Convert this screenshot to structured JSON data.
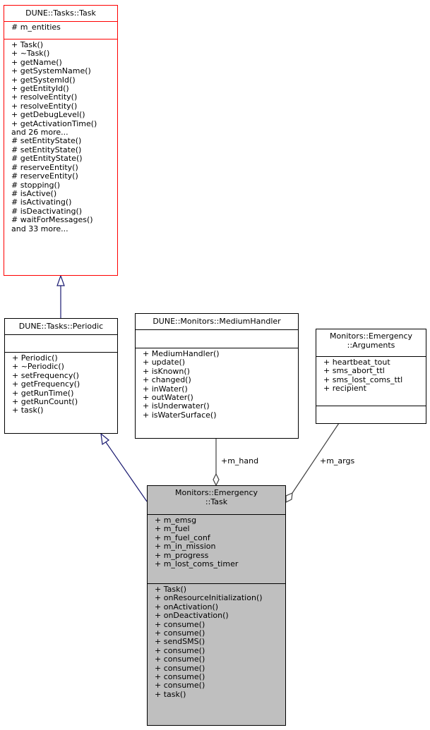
{
  "classes": {
    "task_base": {
      "name": "DUNE::Tasks::Task",
      "attributes": [
        "# m_entities"
      ],
      "operations": [
        "+ Task()",
        "+ ~Task()",
        "+ getName()",
        "+ getSystemName()",
        "+ getSystemId()",
        "+ getEntityId()",
        "+ resolveEntity()",
        "+ resolveEntity()",
        "+ getDebugLevel()",
        "+ getActivationTime()",
        "and 26 more...",
        "# setEntityState()",
        "# setEntityState()",
        "# getEntityState()",
        "# reserveEntity()",
        "# reserveEntity()",
        "# stopping()",
        "# isActive()",
        "# isActivating()",
        "# isDeactivating()",
        "# waitForMessages()",
        "and 33 more..."
      ]
    },
    "periodic": {
      "name": "DUNE::Tasks::Periodic",
      "attributes": [],
      "operations": [
        "+ Periodic()",
        "+ ~Periodic()",
        "+ setFrequency()",
        "+ getFrequency()",
        "+ getRunTime()",
        "+ getRunCount()",
        "+ task()"
      ]
    },
    "medium_handler": {
      "name": "DUNE::Monitors::MediumHandler",
      "attributes": [],
      "operations": [
        "+ MediumHandler()",
        "+ update()",
        "+ isKnown()",
        "+ changed()",
        "+ inWater()",
        "+ outWater()",
        "+ isUnderwater()",
        "+ isWaterSurface()"
      ]
    },
    "arguments": {
      "name_line1": "Monitors::Emergency",
      "name_line2": "::Arguments",
      "attributes": [
        "+ heartbeat_tout",
        "+ sms_abort_ttl",
        "+ sms_lost_coms_ttl",
        "+ recipient"
      ],
      "operations": []
    },
    "emergency_task": {
      "name_line1": "Monitors::Emergency",
      "name_line2": "::Task",
      "attributes": [
        "+ m_emsg",
        "+ m_fuel",
        "+ m_fuel_conf",
        "+ m_in_mission",
        "+ m_progress",
        "+ m_lost_coms_timer"
      ],
      "operations": [
        "+ Task()",
        "+ onResourceInitialization()",
        "+ onActivation()",
        "+ onDeactivation()",
        "+ consume()",
        "+ consume()",
        "+ sendSMS()",
        "+ consume()",
        "+ consume()",
        "+ consume()",
        "+ consume()",
        "+ consume()",
        "+ task()"
      ]
    }
  },
  "edges": {
    "m_hand_label": "+m_hand",
    "m_args_label": "+m_args"
  },
  "colors": {
    "inheritance": "#191970",
    "association": "#404040",
    "highlight_border": "#ff0000",
    "focus_fill": "#bfbfbf"
  }
}
